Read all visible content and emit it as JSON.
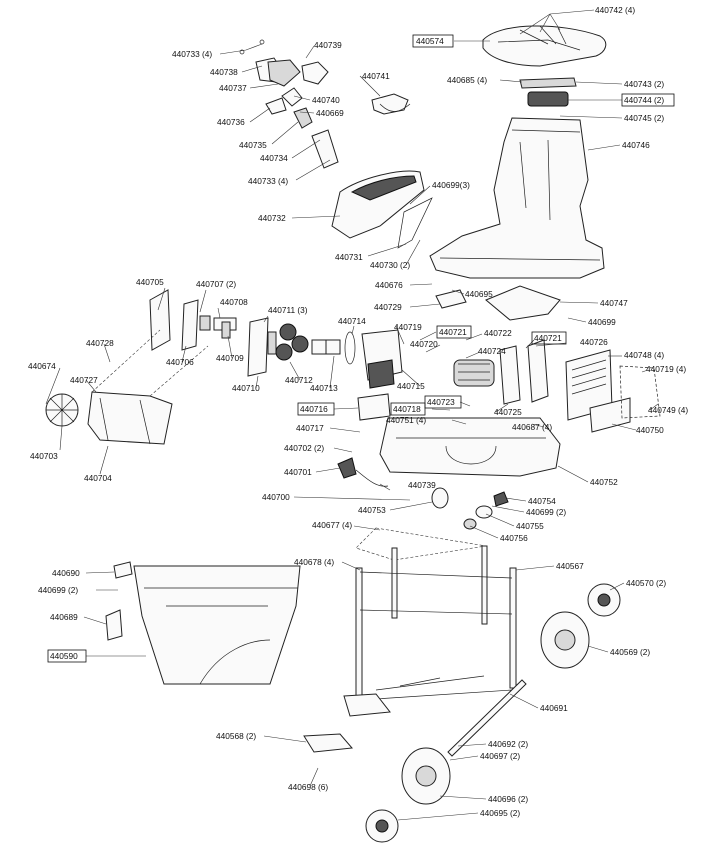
{
  "labels": {
    "p440742": "440742 (4)",
    "p440574": "440574",
    "p440685": "440685 (4)",
    "p440743": "440743 (2)",
    "p440744": "440744 (2)",
    "p440745": "440745 (2)",
    "p440746": "440746",
    "p440733a": "440733 (4)",
    "p440739a": "440739",
    "p440738": "440738",
    "p440737": "440737",
    "p440741": "440741",
    "p440740": "440740",
    "p440669": "440669",
    "p440736": "440736",
    "p440735": "440735",
    "p440734": "440734",
    "p440733b": "440733 (4)",
    "p440699a": "440699(3)",
    "p440732": "440732",
    "p440731": "440731",
    "p440730": "440730 (2)",
    "p440676": "440676",
    "p440695a": "440695",
    "p440747": "440747",
    "p440729": "440729",
    "p440699b": "440699",
    "p440705": "440705",
    "p440707": "440707 (2)",
    "p440708": "440708",
    "p440711": "440711 (3)",
    "p440714": "440714",
    "p440719a": "440719",
    "p440721a": "440721",
    "p440722": "440722",
    "p440721b": "440721",
    "p440726": "440726",
    "p440720": "440720",
    "p440724": "440724",
    "p440748": "440748 (4)",
    "p440728": "440728",
    "p440706": "440706",
    "p440709": "440709",
    "p440719b": "440719 (4)",
    "p440674": "440674",
    "p440712": "440712",
    "p440710": "440710",
    "p440727": "440727",
    "p440713": "440713",
    "p440715": "440715",
    "p440749": "440749 (4)",
    "p440716": "440716",
    "p440718": "440718",
    "p440723": "440723",
    "p440725": "440725",
    "p440751": "440751 (4)",
    "p440687": "440687 (4)",
    "p440750": "440750",
    "p440717": "440717",
    "p440703": "440703",
    "p440702": "440702 (2)",
    "p440704": "440704",
    "p440701": "440701",
    "p440752": "440752",
    "p440739b": "440739",
    "p440700": "440700",
    "p440754": "440754",
    "p440753": "440753",
    "p440699c": "440699 (2)",
    "p440755": "440755",
    "p440677": "440677 (4)",
    "p440756": "440756",
    "p440678": "440678 (4)",
    "p440567": "440567",
    "p440690": "440690",
    "p440570": "440570 (2)",
    "p440699d": "440699 (2)",
    "p440689": "440689",
    "p440569": "440569 (2)",
    "p440590": "440590",
    "p440691": "440691",
    "p440568": "440568 (2)",
    "p440692": "440692 (2)",
    "p440697": "440697 (2)",
    "p440698": "440698 (6)",
    "p440696": "440696 (2)",
    "p440695b": "440695 (2)"
  }
}
